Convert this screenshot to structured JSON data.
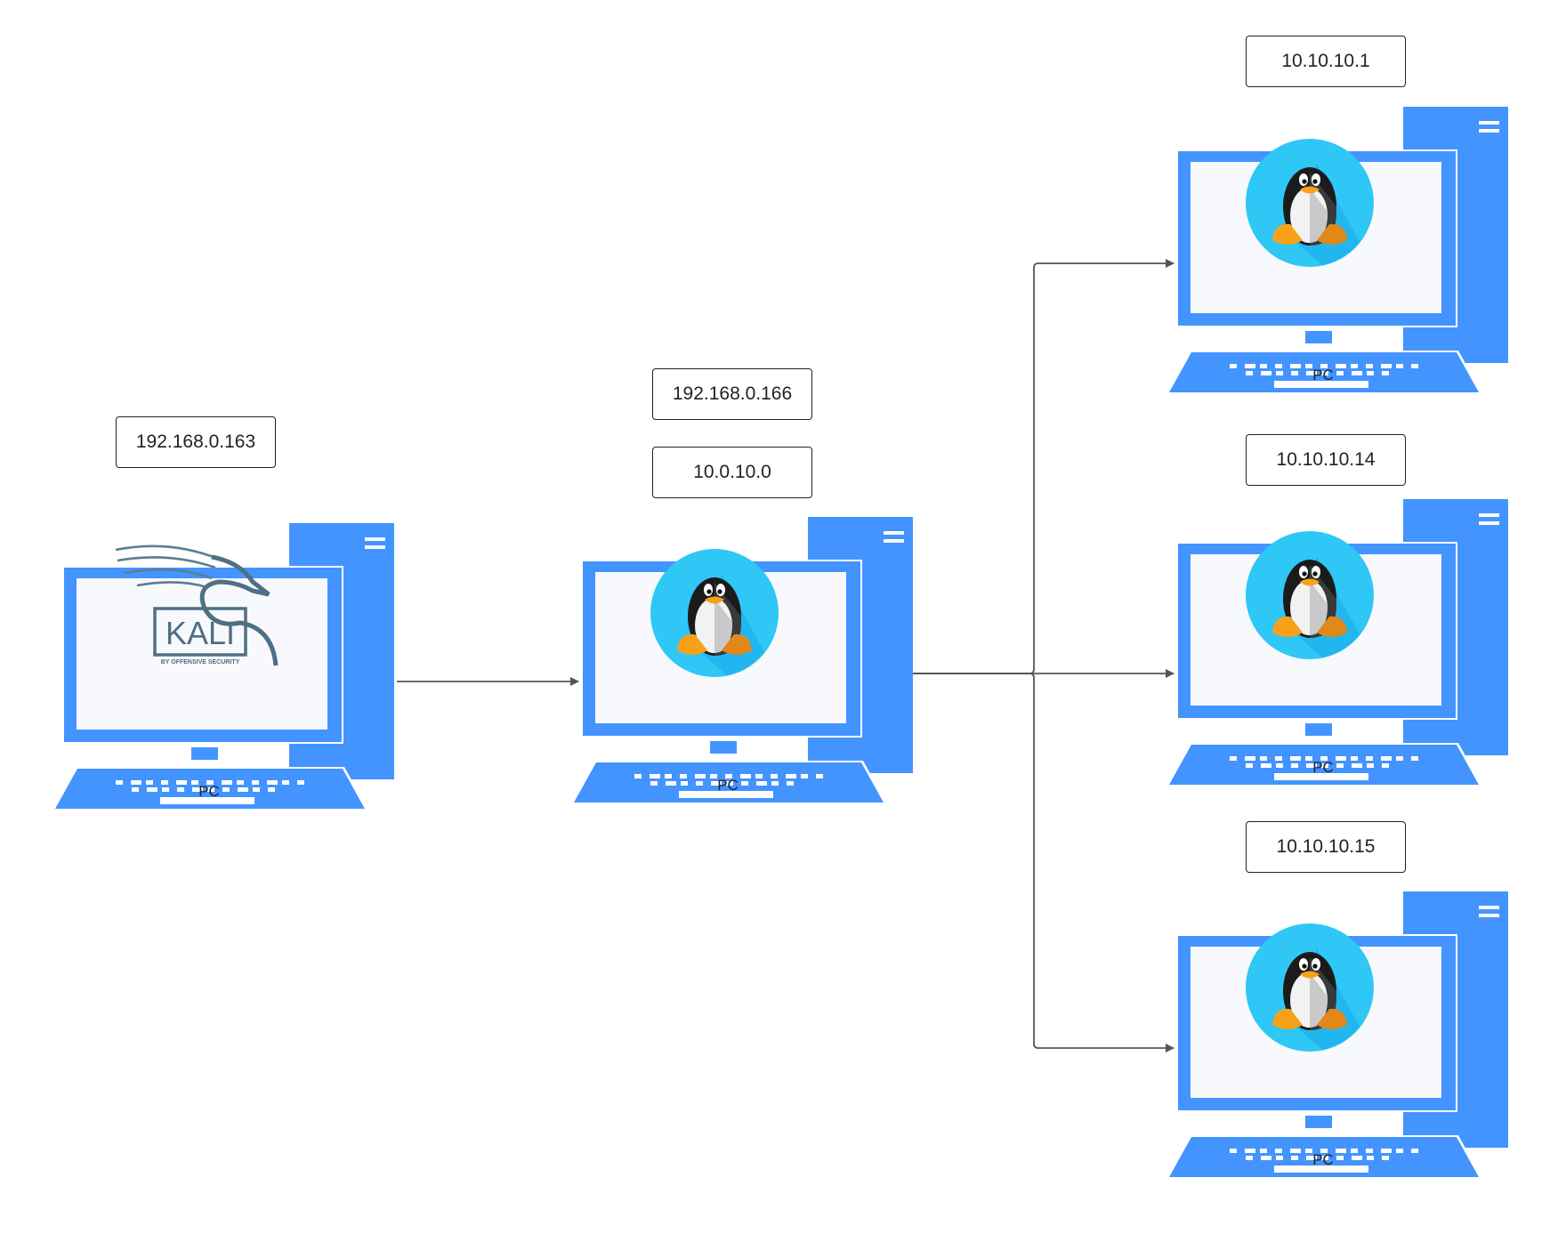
{
  "diagram": {
    "nodes": [
      {
        "id": "kali",
        "label": "PC",
        "ip_addresses": [
          "192.168.0.163"
        ],
        "screen_logo": "kali-dragon-logo",
        "logo_text": "KALI",
        "logo_subtext": "BY OFFENSIVE SECURITY"
      },
      {
        "id": "pivot",
        "label": "PC",
        "ip_addresses": [
          "192.168.0.166",
          "10.0.10.0"
        ],
        "screen_logo": "linux-tux-logo"
      },
      {
        "id": "target1",
        "label": "PC",
        "ip_addresses": [
          "10.10.10.1"
        ],
        "screen_logo": "linux-tux-logo"
      },
      {
        "id": "target2",
        "label": "PC",
        "ip_addresses": [
          "10.10.10.14"
        ],
        "screen_logo": "linux-tux-logo"
      },
      {
        "id": "target3",
        "label": "PC",
        "ip_addresses": [
          "10.10.10.15"
        ],
        "screen_logo": "linux-tux-logo"
      }
    ],
    "edges": [
      {
        "from": "kali",
        "to": "pivot"
      },
      {
        "from": "pivot",
        "to": "target1"
      },
      {
        "from": "pivot",
        "to": "target2"
      },
      {
        "from": "pivot",
        "to": "target3"
      }
    ],
    "colors": {
      "monitor": "#4394FF",
      "screen": "#F7F9FC",
      "connector": "#555555",
      "tux_circle": "#2EC7F6",
      "tux_shadow": "#1AA8EC"
    }
  }
}
